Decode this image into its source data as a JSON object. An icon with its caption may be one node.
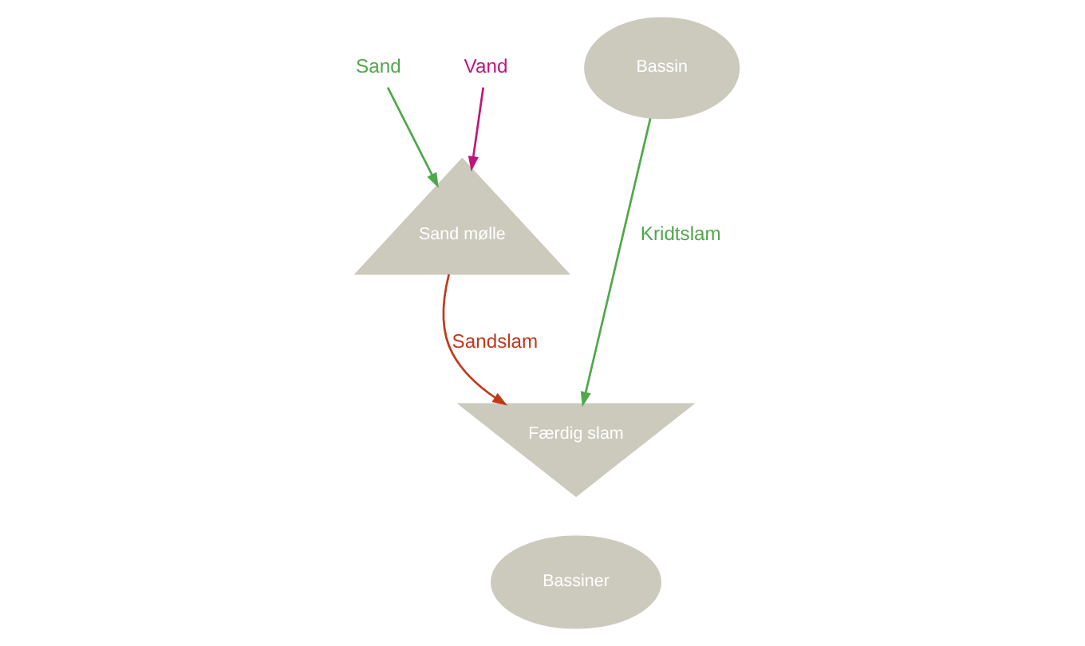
{
  "diagram": {
    "nodes": [
      {
        "text": [
          "Sand"
        ]
      },
      {
        "text": [
          "Vand"
        ]
      },
      {
        "text": [
          "Sand mølle"
        ]
      },
      {
        "text": [
          "Bassin"
        ]
      },
      {
        "text": [
          "Færdig slam"
        ]
      },
      {
        "text": [
          "Bassiner"
        ]
      }
    ],
    "edges": [
      {
        "from": 0,
        "to": 2,
        "arrow": "to"
      },
      {
        "from": 1,
        "to": 2,
        "arrow": "to",
        "color": "#c0147a"
      },
      {
        "from": 2,
        "to": 4,
        "arrow": "to",
        "label": "Sandslam",
        "color": "#c0391b"
      },
      {
        "from": 3,
        "to": 4,
        "arrow": "to",
        "label": "Kridtslam"
      }
    ]
  }
}
